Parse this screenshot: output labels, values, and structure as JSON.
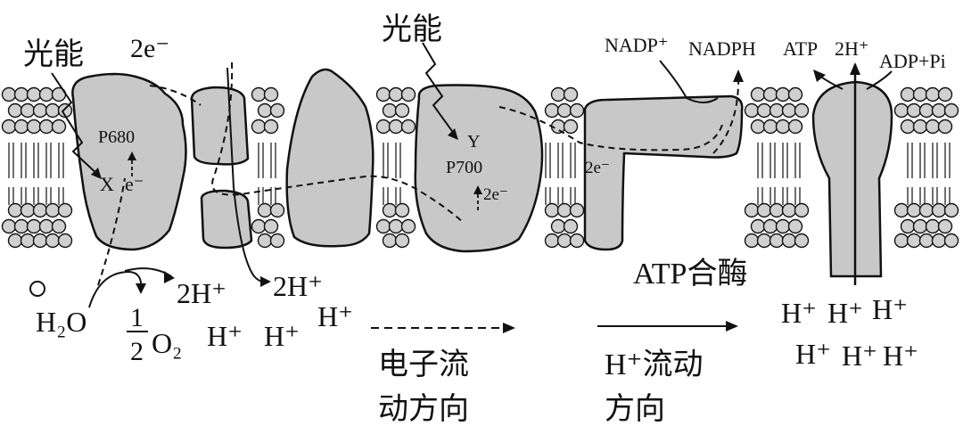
{
  "light_label_left": "光能",
  "light_label_right": "光能",
  "top_2e": "2e⁻",
  "p680": "P680",
  "x_label": "X",
  "e_label": "e⁻",
  "y_label": "Y",
  "p700": "P700",
  "e2_psi": "2e⁻",
  "e2_right": "2e⁻",
  "nadp_plus": "NADP⁺",
  "nadph": "NADPH",
  "atp": "ATP",
  "twoh_top": "2H⁺",
  "adp_pi": "ADP+Pi",
  "h2o": "H₂O",
  "half_num": "1",
  "half_den": "2",
  "o2": "O₂",
  "twoh_a": "2H⁺",
  "twoh_b": "2H⁺",
  "h_a": "H⁺",
  "h_b": "H⁺",
  "h_c": "H⁺",
  "atp_synthase": "ATP合酶",
  "legend_electron_line1": "电子流",
  "legend_electron_line2": "动方向",
  "legend_h_line1": "H⁺流动",
  "legend_h_line2": "方向",
  "h_lumen": [
    "H⁺",
    "H⁺",
    "H⁺",
    "H⁺",
    "H⁺",
    "H⁺"
  ],
  "colors": {
    "protein": "#c8c8c8",
    "stroke": "#111111",
    "lipid_head": "#d0d0d0"
  }
}
